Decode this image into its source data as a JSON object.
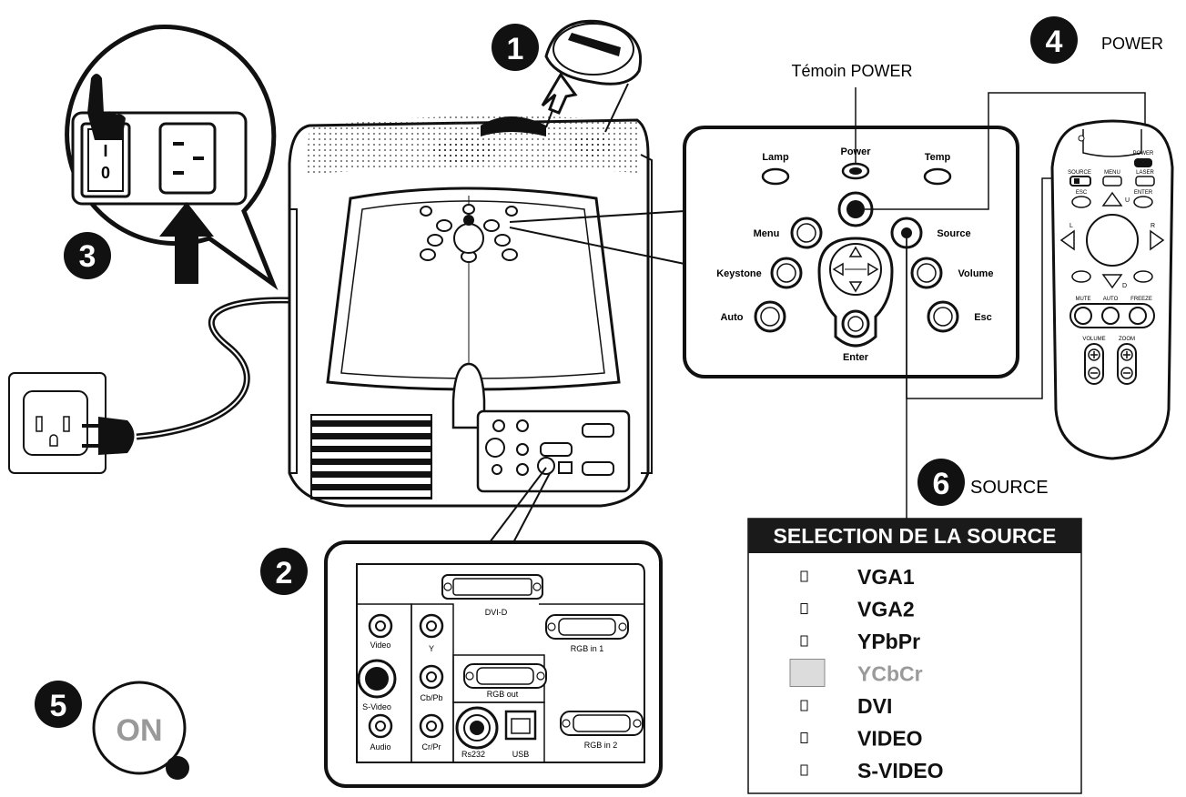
{
  "steps": {
    "s1": "1",
    "s2": "2",
    "s3": "3",
    "s4": "4",
    "s5": "5",
    "s6": "6"
  },
  "callouts": {
    "temoin_power": "Témoin POWER",
    "power": "POWER",
    "source": "SOURCE"
  },
  "switch": {
    "on_mark": "I",
    "off_mark": "0"
  },
  "on_button": "ON",
  "control_panel": {
    "lamp": "Lamp",
    "power": "Power",
    "temp": "Temp",
    "menu": "Menu",
    "source": "Source",
    "keystone": "Keystone",
    "volume": "Volume",
    "auto": "Auto",
    "esc": "Esc",
    "enter": "Enter"
  },
  "remote": {
    "power": "POWER",
    "source": "SOURCE",
    "menu": "MENU",
    "laser": "LASER",
    "esc": "ESC",
    "enter": "ENTER",
    "u": "U",
    "l": "L",
    "r": "R",
    "d": "D",
    "mute": "MUTE",
    "auto": "AUTO",
    "freeze": "FREEZE",
    "volume": "VOLUME",
    "zoom": "ZOOM"
  },
  "ports": {
    "dvi_d": "DVI-D",
    "video": "Video",
    "y": "Y",
    "rgb_in1": "RGB in 1",
    "s_video": "S-Video",
    "cb_pb": "Cb/Pb",
    "rgb_out": "RGB out",
    "audio": "Audio",
    "cr_pr": "Cr/Pr",
    "rs232": "Rs232",
    "usb": "USB",
    "rgb_in2": "RGB in 2"
  },
  "source_menu": {
    "title": "SELECTION DE LA SOURCE",
    "items": [
      "VGA1",
      "VGA2",
      "YPbPr",
      "YCbCr",
      "DVI",
      "VIDEO",
      "S-VIDEO"
    ]
  },
  "colors": {
    "ink": "#111111",
    "highlight_box": "#dcdcdc",
    "disabled_text": "#9a9a9a",
    "header_bg": "#1a1a1a"
  }
}
